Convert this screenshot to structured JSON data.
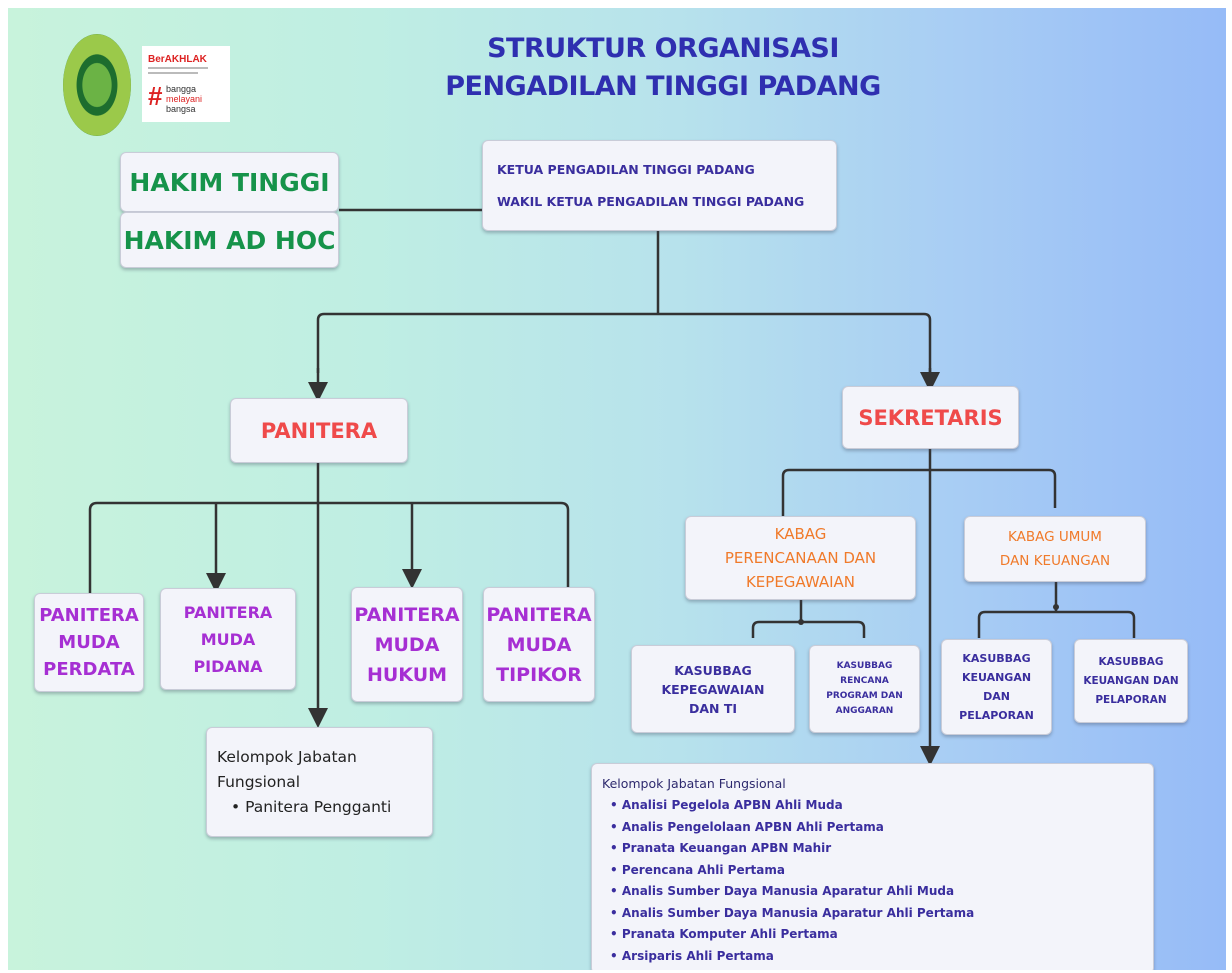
{
  "title": {
    "line1": "STRUKTUR ORGANISASI",
    "line2": "PENGADILAN TINGGI PADANG"
  },
  "logos": {
    "emblem": "court-emblem-icon",
    "berakhlak": "BerAKHLAK",
    "bangga_1": "bangga",
    "bangga_2": "melayani",
    "bangga_3": "bangsa"
  },
  "judges": {
    "hakim_tinggi": "HAKIM TINGGI",
    "hakim_ad_hoc": "HAKIM AD HOC"
  },
  "leadership": {
    "ketua": "KETUA PENGADILAN TINGGI PADANG",
    "wakil": "WAKIL KETUA PENGADILAN TINGGI PADANG"
  },
  "panitera": {
    "label": "PANITERA",
    "muda": [
      {
        "l1": "PANITERA",
        "l2": "MUDA",
        "l3": "PERDATA"
      },
      {
        "l1": "PANITERA",
        "l2": "MUDA",
        "l3": "PIDANA"
      },
      {
        "l1": "PANITERA",
        "l2": "MUDA",
        "l3": "HUKUM"
      },
      {
        "l1": "PANITERA",
        "l2": "MUDA",
        "l3": "TIPIKOR"
      }
    ],
    "fungsional": {
      "title_l1": "Kelompok Jabatan",
      "title_l2": "Fungsional",
      "items": [
        "Panitera Pengganti"
      ]
    }
  },
  "sekretaris": {
    "label": "SEKRETARIS",
    "kabag_perencanaan": {
      "l1": "KABAG",
      "l2": "PERENCANAAN DAN",
      "l3": "KEPEGAWAIAN"
    },
    "kabag_umum": {
      "l1": "KABAG UMUM",
      "l2": "DAN KEUANGAN"
    },
    "kasubbag": [
      {
        "l1": "KASUBBAG",
        "l2": "KEPEGAWAIAN",
        "l3": "DAN TI"
      },
      {
        "l1": "KASUBBAG",
        "l2": "RENCANA",
        "l3": "PROGRAM DAN",
        "l4": "ANGGARAN"
      },
      {
        "l1": "KASUBBAG",
        "l2": "KEUANGAN",
        "l3": "DAN",
        "l4": "PELAPORAN"
      },
      {
        "l1": "KASUBBAG",
        "l2": "KEUANGAN DAN",
        "l3": "PELAPORAN"
      }
    ],
    "fungsional": {
      "title": "Kelompok Jabatan Fungsional",
      "items": [
        "Analisi Pegelola APBN Ahli Muda",
        "Analis Pengelolaan APBN Ahli Pertama",
        "Pranata Keuangan APBN Mahir",
        "Perencana Ahli Pertama",
        "Analis Sumber  Daya Manusia Aparatur Ahli Muda",
        "Analis Sumber Daya Manusia Aparatur Ahli Pertama",
        "Pranata Komputer Ahli Pertama",
        "Arsiparis Ahli Pertama"
      ]
    }
  },
  "colors": {
    "title": "#2f2fb0",
    "green": "#16934a",
    "red": "#ef4a4a",
    "purple": "#a62fd3",
    "orange": "#f07a2a",
    "navy": "#3a2e9e"
  }
}
